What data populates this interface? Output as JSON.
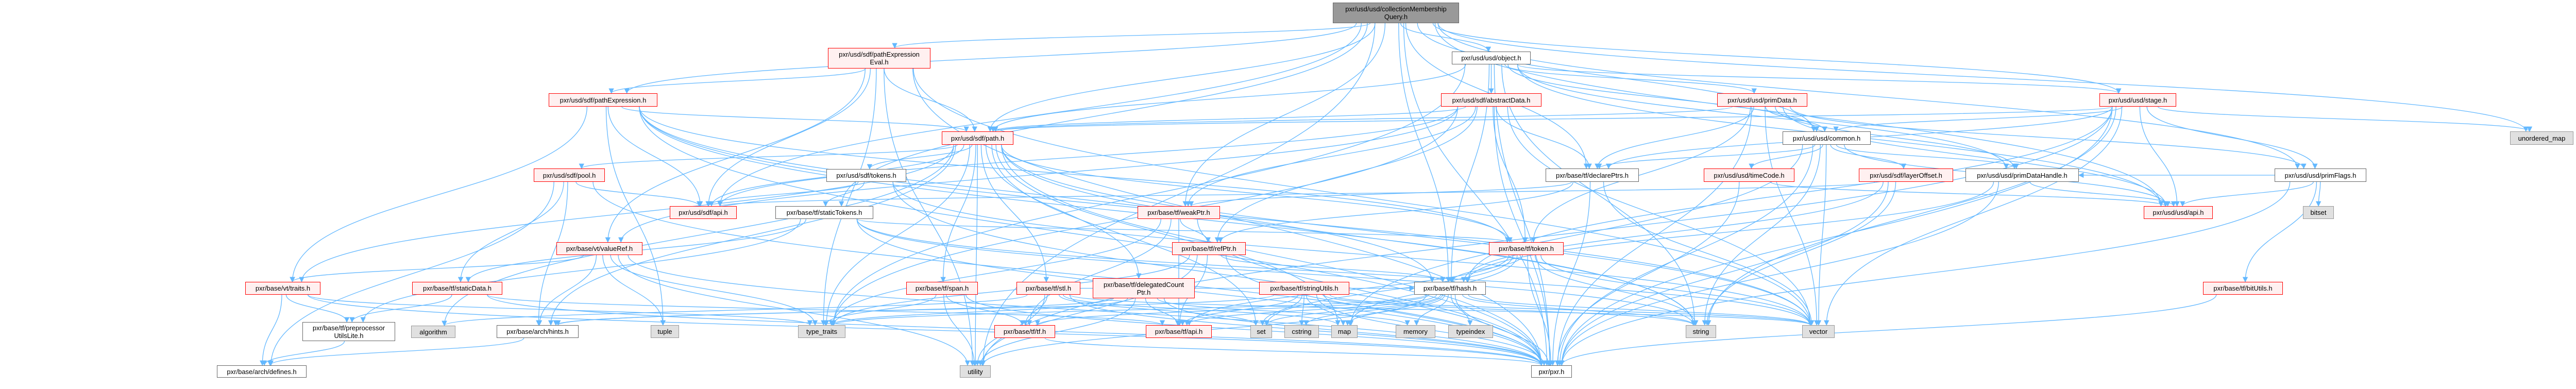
{
  "graph": {
    "title": "pxr/usd/usd/collectionMembershipQuery.h",
    "edge_color": "#63b8ff",
    "colors": {
      "root_fill": "#999999",
      "truncated_border": "#ff0000",
      "truncated_fill": "#fff0f0",
      "system_fill": "#e0e0e0"
    },
    "nodes": [
      {
        "id": "root",
        "label": "pxr/usd/usd/collectionMembership\nQuery.h",
        "kind": "root"
      },
      {
        "id": "pathExpressionEval",
        "label": "pxr/usd/sdf/pathExpression\nEval.h",
        "kind": "truncated"
      },
      {
        "id": "object",
        "label": "pxr/usd/usd/object.h",
        "kind": "normal"
      },
      {
        "id": "pathExpression",
        "label": "pxr/usd/sdf/pathExpression.h",
        "kind": "truncated"
      },
      {
        "id": "abstractData",
        "label": "pxr/usd/sdf/abstractData.h",
        "kind": "truncated"
      },
      {
        "id": "primData",
        "label": "pxr/usd/usd/primData.h",
        "kind": "truncated"
      },
      {
        "id": "stage",
        "label": "pxr/usd/usd/stage.h",
        "kind": "truncated"
      },
      {
        "id": "path",
        "label": "pxr/usd/sdf/path.h",
        "kind": "truncated"
      },
      {
        "id": "common",
        "label": "pxr/usd/usd/common.h",
        "kind": "normal"
      },
      {
        "id": "unordered_map",
        "label": "unordered_map",
        "kind": "system"
      },
      {
        "id": "pool",
        "label": "pxr/usd/sdf/pool.h",
        "kind": "truncated"
      },
      {
        "id": "tokens",
        "label": "pxr/usd/sdf/tokens.h",
        "kind": "normal"
      },
      {
        "id": "declarePtrs",
        "label": "pxr/base/tf/declarePtrs.h",
        "kind": "normal"
      },
      {
        "id": "timeCode",
        "label": "pxr/usd/usd/timeCode.h",
        "kind": "truncated"
      },
      {
        "id": "layerOffset",
        "label": "pxr/usd/sdf/layerOffset.h",
        "kind": "truncated"
      },
      {
        "id": "primDataHandle",
        "label": "pxr/usd/usd/primDataHandle.h",
        "kind": "normal"
      },
      {
        "id": "primFlags",
        "label": "pxr/usd/usd/primFlags.h",
        "kind": "normal"
      },
      {
        "id": "sdfApi",
        "label": "pxr/usd/sdf/api.h",
        "kind": "truncated"
      },
      {
        "id": "staticTokens",
        "label": "pxr/base/tf/staticTokens.h",
        "kind": "normal"
      },
      {
        "id": "weakPtr",
        "label": "pxr/base/tf/weakPtr.h",
        "kind": "truncated"
      },
      {
        "id": "usdApi",
        "label": "pxr/usd/usd/api.h",
        "kind": "truncated"
      },
      {
        "id": "bitset",
        "label": "bitset",
        "kind": "system"
      },
      {
        "id": "valueRef",
        "label": "pxr/base/vt/valueRef.h",
        "kind": "truncated"
      },
      {
        "id": "refPtr",
        "label": "pxr/base/tf/refPtr.h",
        "kind": "truncated"
      },
      {
        "id": "token",
        "label": "pxr/base/tf/token.h",
        "kind": "truncated"
      },
      {
        "id": "traits",
        "label": "pxr/base/vt/traits.h",
        "kind": "truncated"
      },
      {
        "id": "staticData",
        "label": "pxr/base/tf/staticData.h",
        "kind": "truncated"
      },
      {
        "id": "span",
        "label": "pxr/base/tf/span.h",
        "kind": "truncated"
      },
      {
        "id": "stl",
        "label": "pxr/base/tf/stl.h",
        "kind": "truncated"
      },
      {
        "id": "delegated",
        "label": "pxr/base/tf/delegatedCount\nPtr.h",
        "kind": "truncated"
      },
      {
        "id": "stringUtils",
        "label": "pxr/base/tf/stringUtils.h",
        "kind": "truncated"
      },
      {
        "id": "hash",
        "label": "pxr/base/tf/hash.h",
        "kind": "normal"
      },
      {
        "id": "bitUtils",
        "label": "pxr/base/tf/bitUtils.h",
        "kind": "truncated"
      },
      {
        "id": "preproc",
        "label": "pxr/base/tf/preprocessor\nUtilsLite.h",
        "kind": "normal"
      },
      {
        "id": "algorithm",
        "label": "algorithm",
        "kind": "system"
      },
      {
        "id": "hints",
        "label": "pxr/base/arch/hints.h",
        "kind": "normal"
      },
      {
        "id": "tuple",
        "label": "tuple",
        "kind": "system"
      },
      {
        "id": "type_traits",
        "label": "type_traits",
        "kind": "system"
      },
      {
        "id": "tfh",
        "label": "pxr/base/tf/tf.h",
        "kind": "truncated"
      },
      {
        "id": "tfApi",
        "label": "pxr/base/tf/api.h",
        "kind": "truncated"
      },
      {
        "id": "set",
        "label": "set",
        "kind": "system"
      },
      {
        "id": "cstring",
        "label": "cstring",
        "kind": "system"
      },
      {
        "id": "map",
        "label": "map",
        "kind": "system"
      },
      {
        "id": "memory",
        "label": "memory",
        "kind": "system"
      },
      {
        "id": "typeindex",
        "label": "typeindex",
        "kind": "system"
      },
      {
        "id": "string",
        "label": "string",
        "kind": "system"
      },
      {
        "id": "vector",
        "label": "vector",
        "kind": "system"
      },
      {
        "id": "defines",
        "label": "pxr/base/arch/defines.h",
        "kind": "normal"
      },
      {
        "id": "utility",
        "label": "utility",
        "kind": "system"
      },
      {
        "id": "pxr",
        "label": "pxr/pxr.h",
        "kind": "normal"
      }
    ],
    "edges": [
      [
        "root",
        "object"
      ],
      [
        "root",
        "pathExpressionEval"
      ],
      [
        "root",
        "pathExpression"
      ],
      [
        "root",
        "path"
      ],
      [
        "root",
        "declarePtrs"
      ],
      [
        "root",
        "hash"
      ],
      [
        "root",
        "common"
      ],
      [
        "root",
        "primFlags"
      ],
      [
        "root",
        "stage"
      ],
      [
        "root",
        "unordered_map"
      ],
      [
        "root",
        "usdApi"
      ],
      [
        "root",
        "pxr"
      ],
      [
        "root",
        "utility"
      ],
      [
        "root",
        "weakPtr"
      ],
      [
        "root",
        "sdfApi"
      ],
      [
        "root",
        "staticTokens"
      ],
      [
        "pathExpressionEval",
        "pathExpression"
      ],
      [
        "pathExpressionEval",
        "path"
      ],
      [
        "pathExpressionEval",
        "sdfApi"
      ],
      [
        "pathExpressionEval",
        "valueRef"
      ],
      [
        "pathExpressionEval",
        "type_traits"
      ],
      [
        "pathExpressionEval",
        "vector"
      ],
      [
        "pathExpressionEval",
        "utility"
      ],
      [
        "pathExpressionEval",
        "pxr"
      ],
      [
        "object",
        "abstractData"
      ],
      [
        "object",
        "common"
      ],
      [
        "object",
        "primData"
      ],
      [
        "object",
        "stage"
      ],
      [
        "object",
        "path"
      ],
      [
        "object",
        "usdApi"
      ],
      [
        "object",
        "primDataHandle"
      ],
      [
        "object",
        "hash"
      ],
      [
        "object",
        "type_traits"
      ],
      [
        "object",
        "string"
      ],
      [
        "object",
        "pxr"
      ],
      [
        "pathExpression",
        "path"
      ],
      [
        "pathExpression",
        "sdfApi"
      ],
      [
        "pathExpression",
        "hash"
      ],
      [
        "pathExpression",
        "token"
      ],
      [
        "pathExpression",
        "string"
      ],
      [
        "pathExpression",
        "tuple"
      ],
      [
        "pathExpression",
        "vector"
      ],
      [
        "pathExpression",
        "pxr"
      ],
      [
        "pathExpression",
        "traits"
      ],
      [
        "path",
        "pool"
      ],
      [
        "path",
        "tokens"
      ],
      [
        "path",
        "sdfApi"
      ],
      [
        "path",
        "stl"
      ],
      [
        "path",
        "token"
      ],
      [
        "path",
        "span"
      ],
      [
        "path",
        "delegated"
      ],
      [
        "path",
        "traits"
      ],
      [
        "path",
        "hints"
      ],
      [
        "path",
        "string"
      ],
      [
        "path",
        "vector"
      ],
      [
        "path",
        "set"
      ],
      [
        "path",
        "map"
      ],
      [
        "path",
        "utility"
      ],
      [
        "path",
        "type_traits"
      ],
      [
        "path",
        "algorithm"
      ],
      [
        "path",
        "pxr"
      ],
      [
        "pool",
        "sdfApi"
      ],
      [
        "pool",
        "hints"
      ],
      [
        "pool",
        "staticData"
      ],
      [
        "pool",
        "pxr"
      ],
      [
        "pool",
        "defines"
      ],
      [
        "tokens",
        "sdfApi"
      ],
      [
        "tokens",
        "staticTokens"
      ],
      [
        "tokens",
        "pxr"
      ],
      [
        "tokens",
        "vector"
      ],
      [
        "abstractData",
        "path"
      ],
      [
        "abstractData",
        "sdfApi"
      ],
      [
        "abstractData",
        "declarePtrs"
      ],
      [
        "abstractData",
        "refPtr"
      ],
      [
        "abstractData",
        "token"
      ],
      [
        "abstractData",
        "weakPtr"
      ],
      [
        "abstractData",
        "valueRef"
      ],
      [
        "abstractData",
        "vector"
      ],
      [
        "abstractData",
        "type_traits"
      ],
      [
        "abstractData",
        "pxr"
      ],
      [
        "primData",
        "common"
      ],
      [
        "primData",
        "usdApi"
      ],
      [
        "primData",
        "primFlags"
      ],
      [
        "primData",
        "primDataHandle"
      ],
      [
        "primData",
        "path"
      ],
      [
        "primData",
        "declarePtrs"
      ],
      [
        "primData",
        "token"
      ],
      [
        "primData",
        "vector"
      ],
      [
        "primData",
        "pxr"
      ],
      [
        "common",
        "timeCode"
      ],
      [
        "common",
        "layerOffset"
      ],
      [
        "common",
        "primDataHandle"
      ],
      [
        "common",
        "declarePtrs"
      ],
      [
        "common",
        "usdApi"
      ],
      [
        "common",
        "string"
      ],
      [
        "common",
        "map"
      ],
      [
        "common",
        "vector"
      ],
      [
        "common",
        "pxr"
      ],
      [
        "stage",
        "common"
      ],
      [
        "stage",
        "usdApi"
      ],
      [
        "stage",
        "primFlags"
      ],
      [
        "stage",
        "path"
      ],
      [
        "stage",
        "declarePtrs"
      ],
      [
        "stage",
        "hash"
      ],
      [
        "stage",
        "unordered_map"
      ],
      [
        "stage",
        "string"
      ],
      [
        "stage",
        "vector"
      ],
      [
        "stage",
        "utility"
      ],
      [
        "stage",
        "pxr"
      ],
      [
        "primFlags",
        "usdApi"
      ],
      [
        "primFlags",
        "bitset"
      ],
      [
        "primFlags",
        "bitUtils"
      ],
      [
        "primFlags",
        "primDataHandle"
      ],
      [
        "primFlags",
        "pxr"
      ],
      [
        "primDataHandle",
        "usdApi"
      ],
      [
        "primDataHandle",
        "hash"
      ],
      [
        "primDataHandle",
        "pxr"
      ],
      [
        "timeCode",
        "usdApi"
      ],
      [
        "timeCode",
        "pxr"
      ],
      [
        "layerOffset",
        "sdfApi"
      ],
      [
        "layerOffset",
        "hash"
      ],
      [
        "layerOffset",
        "pxr"
      ],
      [
        "layerOffset",
        "string"
      ],
      [
        "declarePtrs",
        "refPtr"
      ],
      [
        "declarePtrs",
        "weakPtr"
      ],
      [
        "declarePtrs",
        "pxr"
      ],
      [
        "declarePtrs",
        "vector"
      ],
      [
        "weakPtr",
        "refPtr"
      ],
      [
        "weakPtr",
        "tfApi"
      ],
      [
        "weakPtr",
        "tfh"
      ],
      [
        "weakPtr",
        "type_traits"
      ],
      [
        "weakPtr",
        "pxr"
      ],
      [
        "refPtr",
        "tfApi"
      ],
      [
        "refPtr",
        "hash"
      ],
      [
        "refPtr",
        "type_traits"
      ],
      [
        "refPtr",
        "utility"
      ],
      [
        "refPtr",
        "pxr"
      ],
      [
        "token",
        "tfApi"
      ],
      [
        "token",
        "hash"
      ],
      [
        "token",
        "pxr"
      ],
      [
        "token",
        "string"
      ],
      [
        "token",
        "vector"
      ],
      [
        "token",
        "map"
      ],
      [
        "token",
        "set"
      ],
      [
        "hash",
        "tfh"
      ],
      [
        "hash",
        "tfApi"
      ],
      [
        "hash",
        "memory"
      ],
      [
        "hash",
        "typeindex"
      ],
      [
        "hash",
        "set"
      ],
      [
        "hash",
        "cstring"
      ],
      [
        "hash",
        "map"
      ],
      [
        "hash",
        "string"
      ],
      [
        "hash",
        "vector"
      ],
      [
        "hash",
        "utility"
      ],
      [
        "hash",
        "type_traits"
      ],
      [
        "hash",
        "pxr"
      ],
      [
        "stringUtils",
        "tfApi"
      ],
      [
        "stringUtils",
        "hints"
      ],
      [
        "stringUtils",
        "set"
      ],
      [
        "stringUtils",
        "cstring"
      ],
      [
        "stringUtils",
        "map"
      ],
      [
        "stringUtils",
        "string"
      ],
      [
        "stringUtils",
        "vector"
      ],
      [
        "stringUtils",
        "pxr"
      ],
      [
        "stl",
        "tfh"
      ],
      [
        "stl",
        "hash"
      ],
      [
        "stl",
        "map"
      ],
      [
        "stl",
        "set"
      ],
      [
        "stl",
        "vector"
      ],
      [
        "stl",
        "utility"
      ],
      [
        "stl",
        "algorithm"
      ],
      [
        "stl",
        "pxr"
      ],
      [
        "delegated",
        "tfApi"
      ],
      [
        "delegated",
        "hints"
      ],
      [
        "delegated",
        "memory"
      ],
      [
        "delegated",
        "type_traits"
      ],
      [
        "delegated",
        "utility"
      ],
      [
        "delegated",
        "pxr"
      ],
      [
        "span",
        "tfh"
      ],
      [
        "span",
        "type_traits"
      ],
      [
        "span",
        "pxr"
      ],
      [
        "span",
        "utility"
      ],
      [
        "tfh",
        "pxr"
      ],
      [
        "staticData",
        "preproc"
      ],
      [
        "staticData",
        "tfApi"
      ],
      [
        "staticData",
        "pxr"
      ],
      [
        "staticTokens",
        "staticData"
      ],
      [
        "staticTokens",
        "token"
      ],
      [
        "staticTokens",
        "preproc"
      ],
      [
        "staticTokens",
        "vector"
      ],
      [
        "staticTokens",
        "string"
      ],
      [
        "staticTokens",
        "pxr"
      ],
      [
        "traits",
        "preproc"
      ],
      [
        "traits",
        "type_traits"
      ],
      [
        "traits",
        "pxr"
      ],
      [
        "traits",
        "defines"
      ],
      [
        "valueRef",
        "traits"
      ],
      [
        "valueRef",
        "hints"
      ],
      [
        "valueRef",
        "type_traits"
      ],
      [
        "valueRef",
        "tuple"
      ],
      [
        "valueRef",
        "pxr"
      ],
      [
        "valueRef",
        "utility"
      ],
      [
        "preproc",
        "defines"
      ],
      [
        "hints",
        "defines"
      ],
      [
        "bitUtils",
        "pxr"
      ]
    ]
  }
}
